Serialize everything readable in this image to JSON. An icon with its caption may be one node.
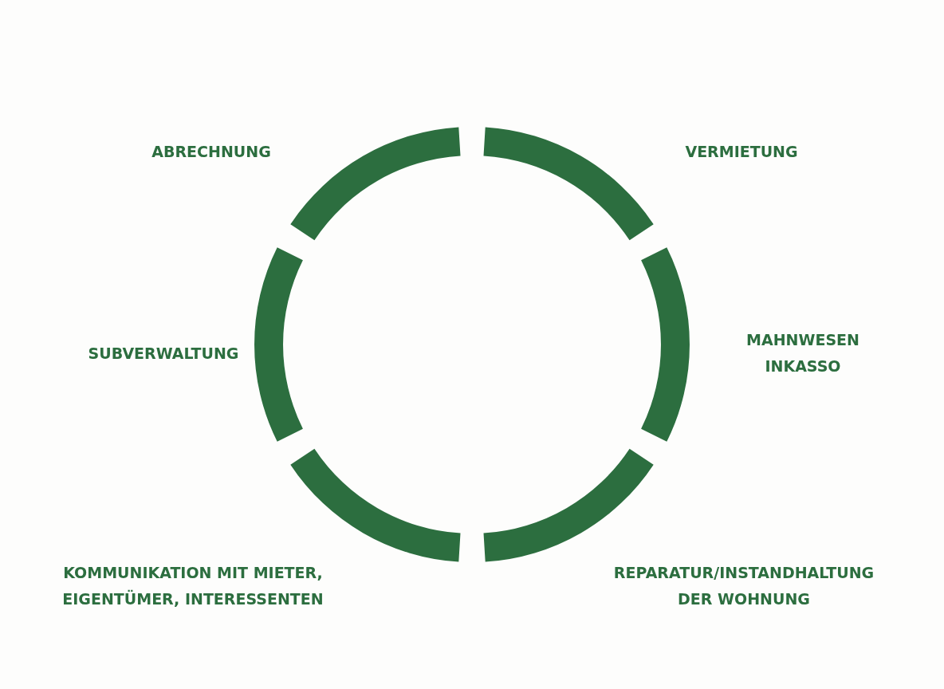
{
  "diagram": {
    "nodes": [
      {
        "text": [],
        "shape": "arc",
        "beside": [
          "ABRECHNUNG"
        ]
      },
      {
        "text": [],
        "shape": "arc",
        "beside": [
          "VERMIETUNG"
        ]
      },
      {
        "text": [],
        "shape": "arc",
        "beside": [
          "SUBVERWALTUNG"
        ]
      },
      {
        "text": [],
        "shape": "arc",
        "beside": [
          "MAHNWESEN INKASSO"
        ]
      },
      {
        "text": [],
        "shape": "arc",
        "beside": [
          "KOMMUNIKATION MIT MIETER, EIGENTÜMER, INTERESSENTEN"
        ]
      },
      {
        "text": [],
        "shape": "arc",
        "beside": [
          "REPARATUR/INSTANDHALTUNG DER WOHNUNG"
        ]
      }
    ]
  }
}
